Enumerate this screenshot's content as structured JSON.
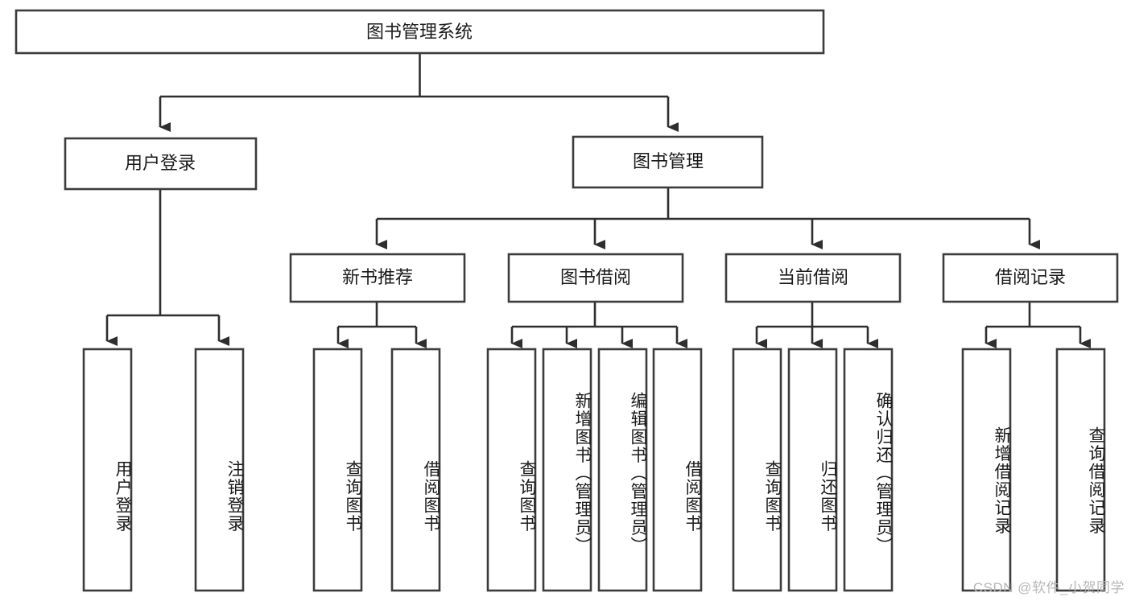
{
  "diagram": {
    "title": "图书管理系统",
    "type": "hierarchy-tree",
    "watermark": "CSDN @软件_小贺同学",
    "root": {
      "id": "root",
      "label": "图书管理系统"
    },
    "level2": [
      {
        "id": "user-login",
        "label": "用户登录"
      },
      {
        "id": "book-management",
        "label": "图书管理"
      }
    ],
    "level3": [
      {
        "id": "new-book-recommend",
        "label": "新书推荐",
        "parent": "book-management"
      },
      {
        "id": "book-borrow",
        "label": "图书借阅",
        "parent": "book-management"
      },
      {
        "id": "current-borrow",
        "label": "当前借阅",
        "parent": "book-management"
      },
      {
        "id": "borrow-record",
        "label": "借阅记录",
        "parent": "book-management"
      }
    ],
    "leaves": [
      {
        "id": "leaf-user-login",
        "label": "用户登录",
        "parent": "user-login"
      },
      {
        "id": "leaf-user-logout",
        "label": "注销登录",
        "parent": "user-login"
      },
      {
        "id": "leaf-query-book-1",
        "label": "查询图书",
        "parent": "new-book-recommend"
      },
      {
        "id": "leaf-borrow-book-1",
        "label": "借阅图书",
        "parent": "new-book-recommend"
      },
      {
        "id": "leaf-query-book-2",
        "label": "查询图书",
        "parent": "book-borrow"
      },
      {
        "id": "leaf-add-book",
        "label": "新增图书（管理员）",
        "parent": "book-borrow"
      },
      {
        "id": "leaf-edit-book",
        "label": "编辑图书（管理员）",
        "parent": "book-borrow"
      },
      {
        "id": "leaf-borrow-book-2",
        "label": "借阅图书",
        "parent": "book-borrow"
      },
      {
        "id": "leaf-query-book-3",
        "label": "查询图书",
        "parent": "current-borrow"
      },
      {
        "id": "leaf-return-book",
        "label": "归还图书",
        "parent": "current-borrow"
      },
      {
        "id": "leaf-confirm-return",
        "label": "确认归还（管理员）",
        "parent": "current-borrow"
      },
      {
        "id": "leaf-add-record",
        "label": "新增借阅记录",
        "parent": "borrow-record"
      },
      {
        "id": "leaf-query-record",
        "label": "查询借阅记录",
        "parent": "borrow-record"
      }
    ],
    "colors": {
      "box_stroke": "#3c3c3c",
      "connector": "#2e2e2e",
      "box_fill": "#ffffff",
      "text": "#1a1a1a",
      "watermark": "#b7b7b7",
      "background": "#ffffff"
    }
  }
}
